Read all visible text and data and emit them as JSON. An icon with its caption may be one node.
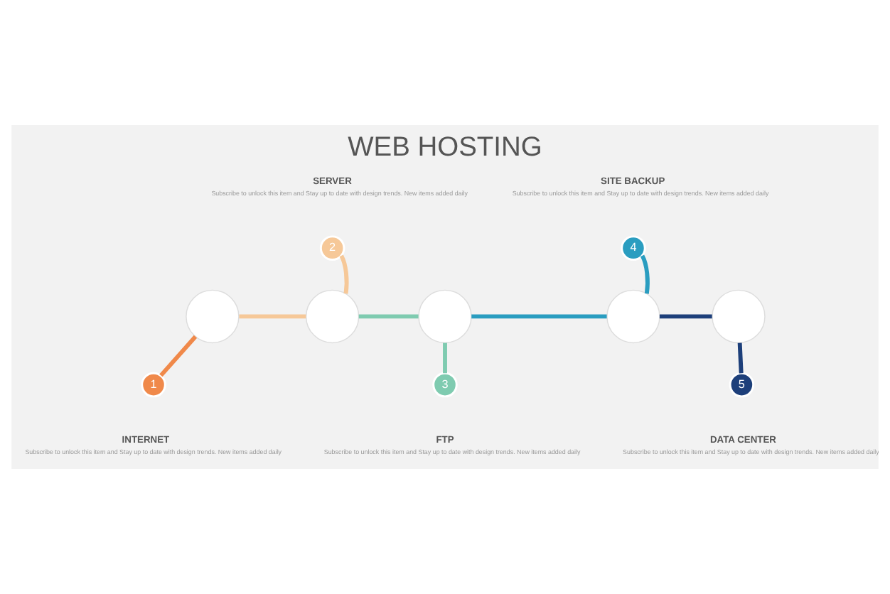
{
  "diagram": {
    "title": "WEB HOSTING",
    "nodes": [
      {
        "text": [],
        "shape": "circle"
      },
      {
        "text": [],
        "shape": "circle"
      },
      {
        "text": [],
        "shape": "circle"
      },
      {
        "text": [],
        "shape": "circle"
      },
      {
        "text": [],
        "shape": "circle"
      },
      {
        "text": [
          "1"
        ],
        "beside": [
          "INTERNET",
          "Subscribe to unlock this item and Stay up to date with design trends. New items added daily"
        ]
      },
      {
        "text": [
          "2"
        ],
        "beside": [
          "SERVER",
          "Subscribe to unlock this item and Stay up to date with design trends. New items added daily"
        ]
      },
      {
        "text": [
          "3"
        ],
        "beside": [
          "FTP",
          "Subscribe to unlock this item and Stay up to date with design trends. New items added daily"
        ]
      },
      {
        "text": [
          "4"
        ],
        "beside": [
          "SITE BACKUP",
          "Subscribe to unlock this item and Stay up to date with design trends. New items added daily"
        ]
      },
      {
        "text": [
          "5"
        ],
        "beside": [
          "DATA CENTER",
          "Subscribe to unlock this item and Stay up to date with design trends. New items added daily"
        ]
      }
    ],
    "edges": [
      {
        "from": 0,
        "to": 1,
        "arrow": "none",
        "color": "#f6c898"
      },
      {
        "from": 1,
        "to": 2,
        "arrow": "none",
        "color": "#7fcbb0"
      },
      {
        "from": 2,
        "to": 3,
        "arrow": "none",
        "color": "#2a9dc0"
      },
      {
        "from": 3,
        "to": 4,
        "arrow": "none",
        "color": "#1d3f7a"
      },
      {
        "from": 0,
        "to": 5,
        "arrow": "none",
        "color": "#f0894a"
      },
      {
        "from": 1,
        "to": 6,
        "arrow": "none",
        "color": "#f6c898"
      },
      {
        "from": 2,
        "to": 7,
        "arrow": "none",
        "color": "#7fcbb0"
      },
      {
        "from": 3,
        "to": 8,
        "arrow": "none",
        "color": "#2a9dc0"
      },
      {
        "from": 4,
        "to": 9,
        "arrow": "none",
        "color": "#1d3f7a"
      }
    ]
  }
}
